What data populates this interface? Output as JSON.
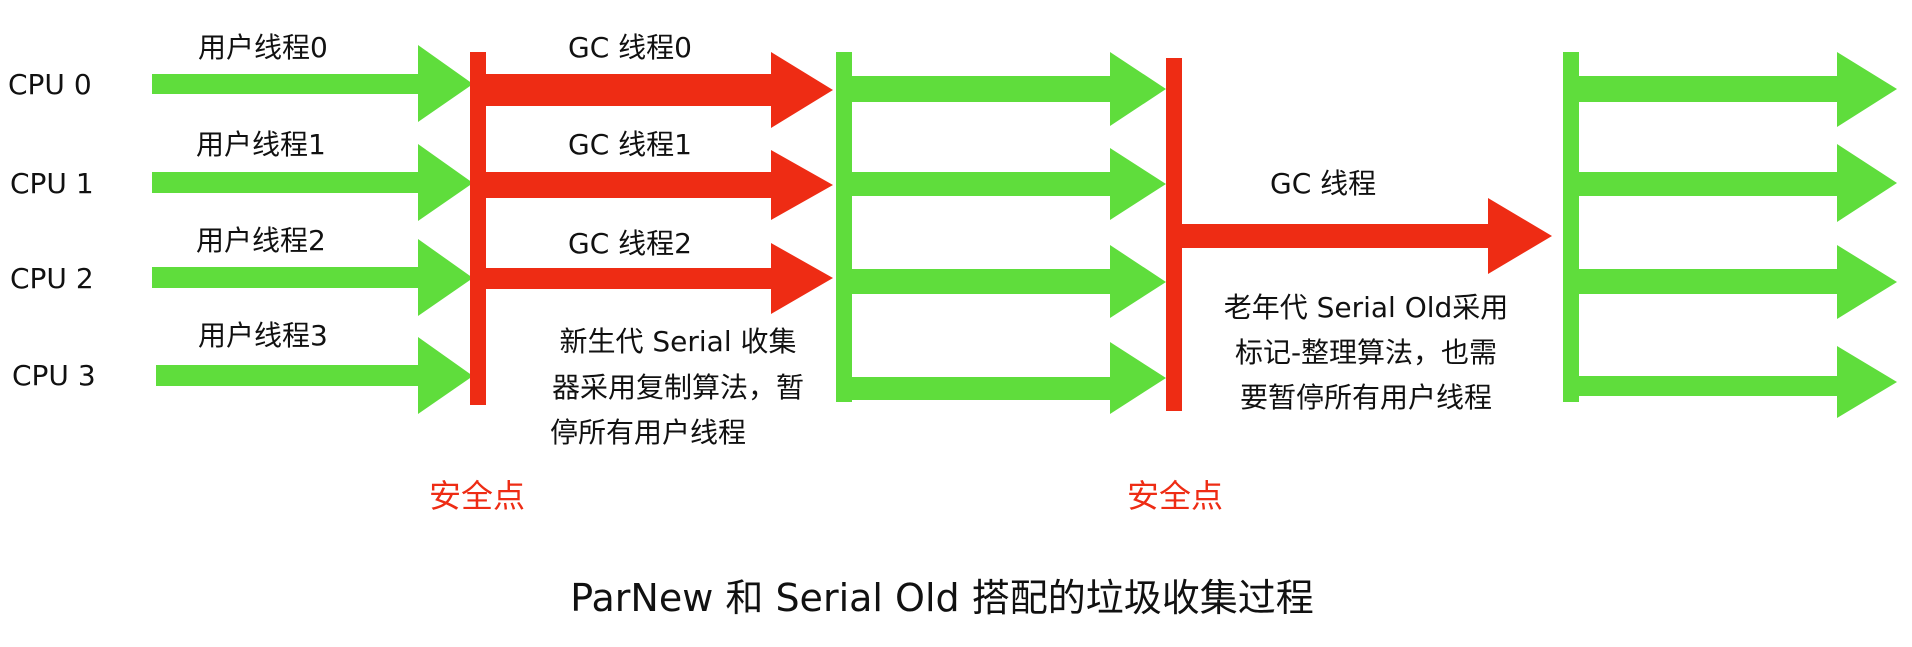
{
  "title": "ParNew 和 Serial Old 搭配的垃圾收集过程",
  "cpus": [
    "CPU 0",
    "CPU 1",
    "CPU 2",
    "CPU 3"
  ],
  "user_threads": [
    "用户线程0",
    "用户线程1",
    "用户线程2",
    "用户线程3"
  ],
  "young_gc": {
    "threads": [
      "GC 线程0",
      "GC 线程1",
      "GC 线程2"
    ],
    "description": [
      "新生代 Serial 收集",
      "器采用复制算法，暂",
      "停所有用户线程"
    ]
  },
  "old_gc": {
    "thread": "GC 线程",
    "description": [
      "老年代 Serial Old采用",
      "标记-整理算法，也需",
      "要暂停所有用户线程"
    ]
  },
  "safepoint_label": "安全点",
  "colors": {
    "user_thread_arrow": "#5fdd3c",
    "gc_thread_arrow": "#ee2c14",
    "safepoint_bar": "#ee2c14",
    "safepoint_text": "#ee2c14",
    "text": "#111111"
  }
}
